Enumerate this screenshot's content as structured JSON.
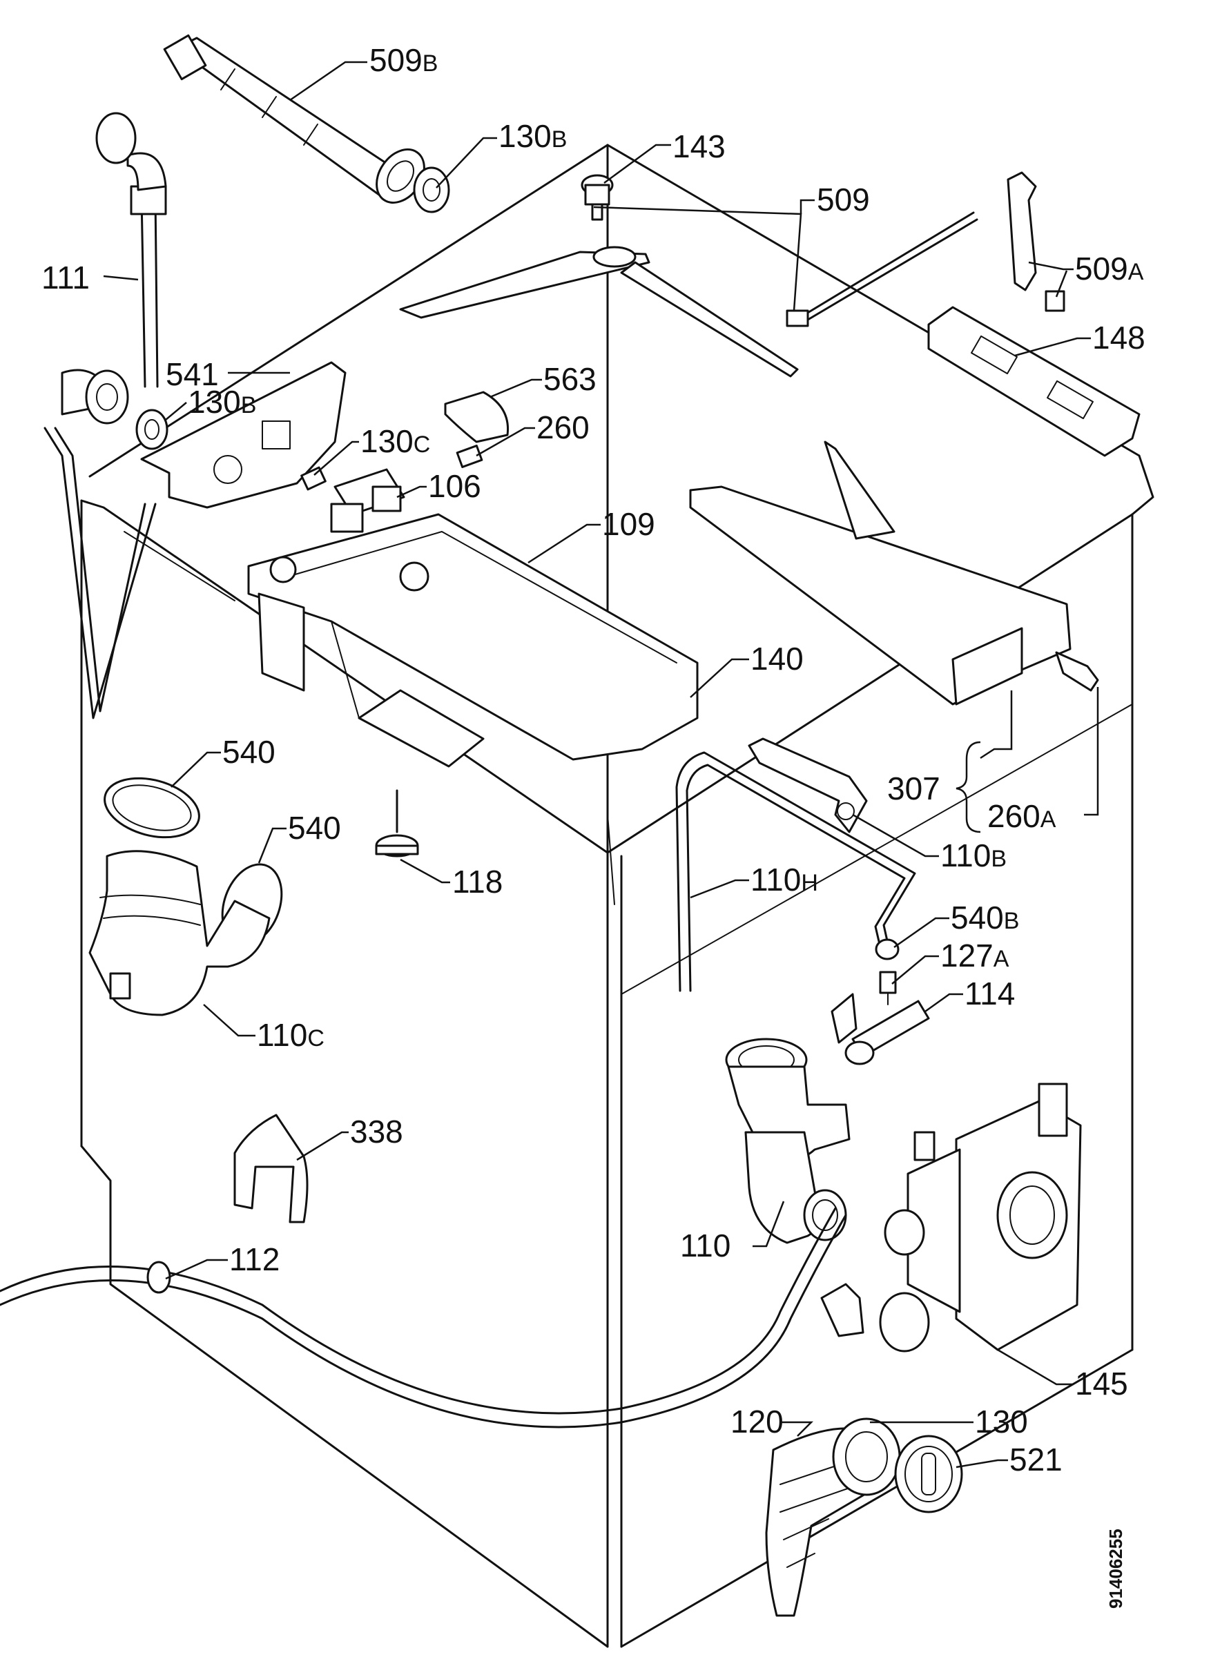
{
  "diagram": {
    "document_code": "91406255",
    "labels": [
      {
        "id": "509B",
        "main": "509",
        "suffix": "B"
      },
      {
        "id": "130B-top",
        "main": "130",
        "suffix": "B"
      },
      {
        "id": "143",
        "main": "143",
        "suffix": ""
      },
      {
        "id": "509",
        "main": "509",
        "suffix": ""
      },
      {
        "id": "509A",
        "main": "509",
        "suffix": "A"
      },
      {
        "id": "111",
        "main": "111",
        "suffix": ""
      },
      {
        "id": "148",
        "main": "148",
        "suffix": ""
      },
      {
        "id": "541",
        "main": "541",
        "suffix": ""
      },
      {
        "id": "130B-mid",
        "main": "130",
        "suffix": "B"
      },
      {
        "id": "563",
        "main": "563",
        "suffix": ""
      },
      {
        "id": "130C",
        "main": "130",
        "suffix": "C"
      },
      {
        "id": "260",
        "main": "260",
        "suffix": ""
      },
      {
        "id": "106",
        "main": "106",
        "suffix": ""
      },
      {
        "id": "109",
        "main": "109",
        "suffix": ""
      },
      {
        "id": "140",
        "main": "140",
        "suffix": ""
      },
      {
        "id": "540-top",
        "main": "540",
        "suffix": ""
      },
      {
        "id": "540-mid",
        "main": "540",
        "suffix": ""
      },
      {
        "id": "307",
        "main": "307",
        "suffix": ""
      },
      {
        "id": "260A",
        "main": "260",
        "suffix": "A"
      },
      {
        "id": "110B",
        "main": "110",
        "suffix": "B"
      },
      {
        "id": "118",
        "main": "118",
        "suffix": ""
      },
      {
        "id": "110H",
        "main": "110",
        "suffix": "H"
      },
      {
        "id": "540B",
        "main": "540",
        "suffix": "B"
      },
      {
        "id": "127A",
        "main": "127",
        "suffix": "A"
      },
      {
        "id": "110C",
        "main": "110",
        "suffix": "C"
      },
      {
        "id": "114",
        "main": "114",
        "suffix": ""
      },
      {
        "id": "338",
        "main": "338",
        "suffix": ""
      },
      {
        "id": "110",
        "main": "110",
        "suffix": ""
      },
      {
        "id": "112",
        "main": "112",
        "suffix": ""
      },
      {
        "id": "145",
        "main": "145",
        "suffix": ""
      },
      {
        "id": "130",
        "main": "130",
        "suffix": ""
      },
      {
        "id": "120",
        "main": "120",
        "suffix": ""
      },
      {
        "id": "521",
        "main": "521",
        "suffix": ""
      }
    ]
  }
}
